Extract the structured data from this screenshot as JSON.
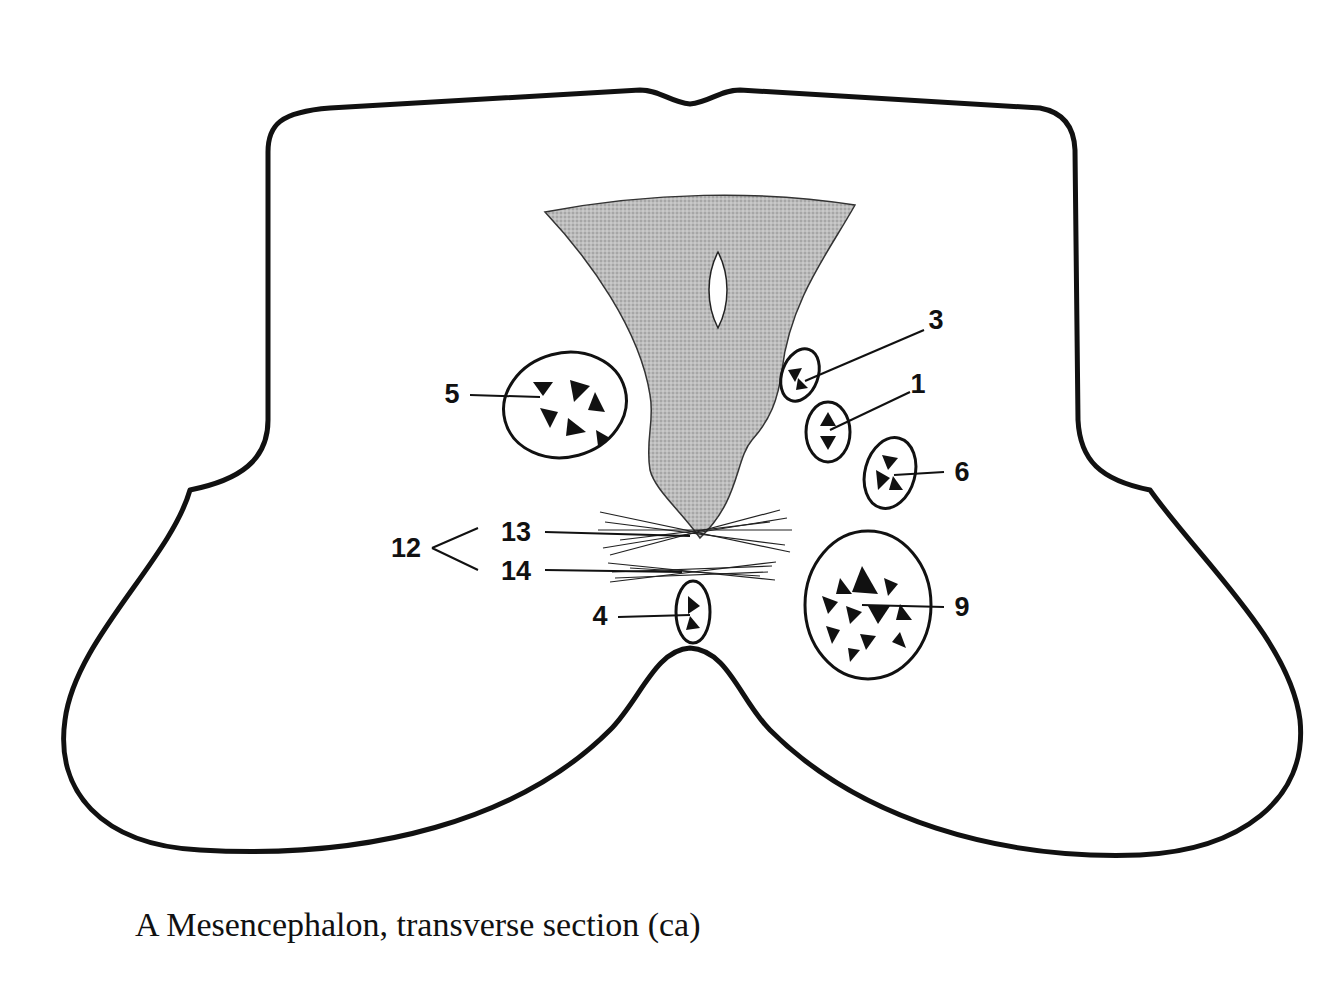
{
  "diagram": {
    "caption": "A Mesencephalon, transverse section (ca)",
    "labels": [
      "3",
      "5",
      "1",
      "6",
      "13",
      "12",
      "14",
      "4",
      "9"
    ]
  }
}
